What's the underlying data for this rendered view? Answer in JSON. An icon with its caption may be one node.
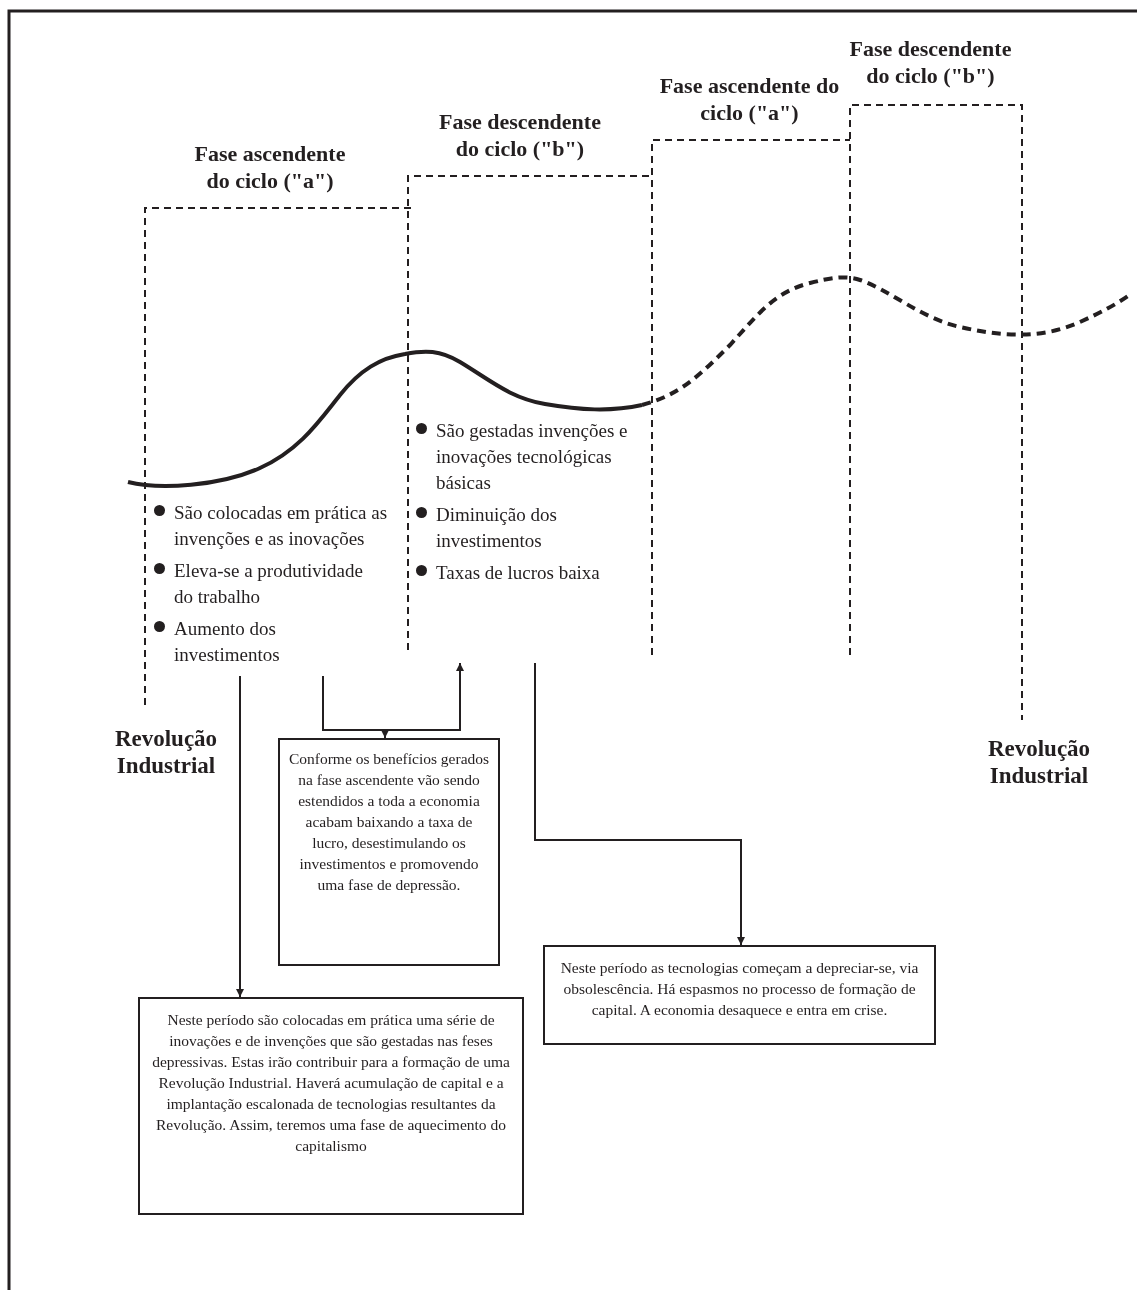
{
  "diagram": {
    "nodes": [
      {
        "text": [
          "Fase ascendente do ciclo (\"a\")"
        ]
      },
      {
        "text": [
          "Fase descendente do ciclo (\"b\")"
        ]
      },
      {
        "text": [
          "Fase ascendente do ciclo (\"a\")"
        ]
      },
      {
        "text": [
          "Fase descendente do ciclo (\"b\")"
        ]
      },
      {
        "text": [
          "São colocadas em prática as invenções e as inovações",
          "Eleva-se a produtividade do trabalho",
          "Aumento dos investimentos"
        ]
      },
      {
        "text": [
          "São gestadas invenções e inovações tecnológicas básicas",
          "Diminuição dos investimentos",
          "Taxas de lucros baixa"
        ]
      },
      {
        "text": [
          "Conforme os benefícios gerados na fase ascendente vão sendo estendidos a toda a economia acabam baixando a taxa de lucro, desestimulando os investimentos e promovendo uma fase de depressão."
        ]
      },
      {
        "text": [
          "Neste período são colocadas em prática uma série de inovações e de invenções que são gestadas nas feses depressivas. Estas irão contribuir para a formação de uma Revolução Industrial. Haverá acumulação de capital e a implantação escalonada de tecnologias resultantes da Revolução. Assim, teremos uma fase de aquecimento do capitalismo"
        ]
      },
      {
        "text": [
          "Neste período as tecnologias começam a depreciar-se, via obsolescência. Há espasmos no processo de formação de capital. A economia desaquece e entra em crise."
        ]
      }
    ],
    "edges": [
      {
        "from": 4,
        "to": 7,
        "arrow": "to"
      },
      {
        "from": 4,
        "to": 5,
        "arrow": "to"
      },
      {
        "from": 4,
        "to": 6,
        "arrow": "to"
      },
      {
        "from": 5,
        "to": 8,
        "arrow": "to"
      }
    ],
    "labels": [
      "Revolução Industrial",
      "Revolução Industrial"
    ]
  }
}
